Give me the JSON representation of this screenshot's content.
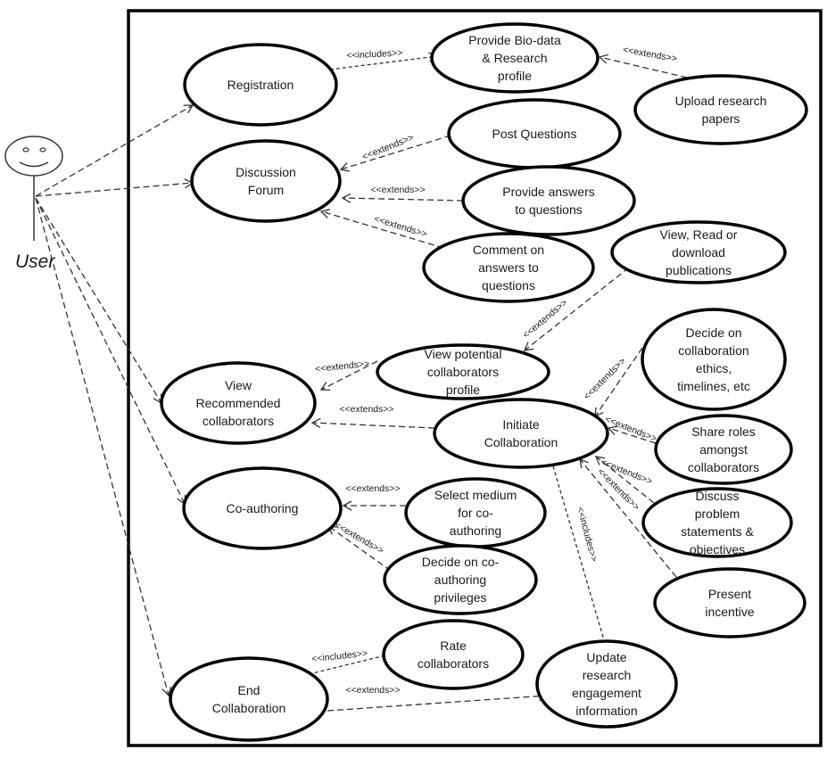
{
  "actor": {
    "label": "User",
    "icon": "stick-figure-smiley"
  },
  "use_cases": [
    {
      "id": "registration",
      "lines": [
        "Registration"
      ]
    },
    {
      "id": "bio-data",
      "lines": [
        "Provide Bio-data",
        "& Research",
        "profile"
      ]
    },
    {
      "id": "upload-papers",
      "lines": [
        "Upload research",
        "papers"
      ]
    },
    {
      "id": "discussion-forum",
      "lines": [
        "Discussion",
        "Forum"
      ]
    },
    {
      "id": "post-questions",
      "lines": [
        "Post Questions"
      ]
    },
    {
      "id": "provide-answers",
      "lines": [
        "Provide answers",
        "to questions"
      ]
    },
    {
      "id": "comment-answers",
      "lines": [
        "Comment on",
        "answers to",
        "questions"
      ]
    },
    {
      "id": "view-publications",
      "lines": [
        "View, Read or",
        "download",
        "publications"
      ]
    },
    {
      "id": "view-potential",
      "lines": [
        "View potential",
        "collaborators",
        "profile"
      ]
    },
    {
      "id": "decide-ethics",
      "lines": [
        "Decide on",
        "collaboration",
        "ethics,",
        "timelines, etc"
      ]
    },
    {
      "id": "view-recommended",
      "lines": [
        "View",
        "Recommended",
        "collaborators"
      ]
    },
    {
      "id": "initiate-collab",
      "lines": [
        "Initiate",
        "Collaboration"
      ]
    },
    {
      "id": "share-roles",
      "lines": [
        "Share roles",
        "amongst",
        "collaborators"
      ]
    },
    {
      "id": "co-authoring",
      "lines": [
        "Co-authoring"
      ]
    },
    {
      "id": "select-medium",
      "lines": [
        "Select medium",
        "for co-",
        "authoring"
      ]
    },
    {
      "id": "discuss-problem",
      "lines": [
        "Discuss",
        "problem",
        "statements &",
        "objectives"
      ]
    },
    {
      "id": "decide-privileges",
      "lines": [
        "Decide on co-",
        "authoring",
        "privileges"
      ]
    },
    {
      "id": "present-incentive",
      "lines": [
        "Present",
        "incentive"
      ]
    },
    {
      "id": "rate-collaborators",
      "lines": [
        "Rate",
        "collaborators"
      ]
    },
    {
      "id": "update-research",
      "lines": [
        "Update",
        "research",
        "engagement",
        "information"
      ]
    },
    {
      "id": "end-collab",
      "lines": [
        "End",
        "Collaboration"
      ]
    }
  ],
  "relationships": [
    {
      "from": "actor",
      "to": "registration",
      "label": ""
    },
    {
      "from": "actor",
      "to": "discussion-forum",
      "label": ""
    },
    {
      "from": "actor",
      "to": "view-recommended",
      "label": ""
    },
    {
      "from": "actor",
      "to": "co-authoring",
      "label": ""
    },
    {
      "from": "actor",
      "to": "end-collab",
      "label": ""
    },
    {
      "from": "registration",
      "to": "bio-data",
      "label": "<<includes>>"
    },
    {
      "from": "upload-papers",
      "to": "bio-data",
      "label": "<<extends>>"
    },
    {
      "from": "post-questions",
      "to": "discussion-forum",
      "label": "<<extends>>"
    },
    {
      "from": "provide-answers",
      "to": "discussion-forum",
      "label": "<<extends>>"
    },
    {
      "from": "comment-answers",
      "to": "discussion-forum",
      "label": "<<extends>>"
    },
    {
      "from": "view-publications",
      "to": "view-potential",
      "label": "<<extends>>"
    },
    {
      "from": "view-potential",
      "to": "view-recommended",
      "label": "<<extends>>"
    },
    {
      "from": "initiate-collab",
      "to": "view-recommended",
      "label": "<<extends>>"
    },
    {
      "from": "decide-ethics",
      "to": "initiate-collab",
      "label": "<<extends>>"
    },
    {
      "from": "share-roles",
      "to": "initiate-collab",
      "label": "<<extends>>"
    },
    {
      "from": "discuss-problem",
      "to": "initiate-collab",
      "label": "<<extends>>"
    },
    {
      "from": "present-incentive",
      "to": "initiate-collab",
      "label": "<<extends>>"
    },
    {
      "from": "initiate-collab",
      "to": "update-research",
      "label": "<<includes>>"
    },
    {
      "from": "select-medium",
      "to": "co-authoring",
      "label": "<<extends>>"
    },
    {
      "from": "decide-privileges",
      "to": "co-authoring",
      "label": "<<extends>>"
    },
    {
      "from": "end-collab",
      "to": "rate-collaborators",
      "label": "<<includes>>"
    },
    {
      "from": "end-collab",
      "to": "update-research",
      "label": "<<extends>>"
    }
  ]
}
